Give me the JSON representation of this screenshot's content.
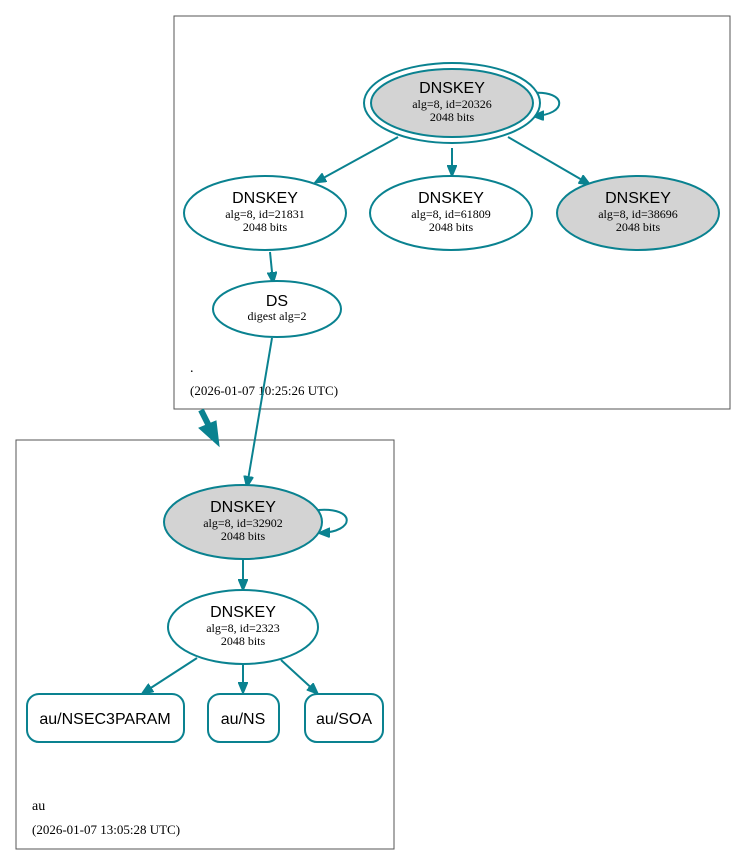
{
  "colors": {
    "edge": "#0a8290",
    "filled_node": "#d3d3d3",
    "zone_border": "#555555"
  },
  "zones": {
    "root": {
      "name": ".",
      "timestamp": "(2026-01-07 10:25:26 UTC)"
    },
    "au": {
      "name": "au",
      "timestamp": "(2026-01-07 13:05:28 UTC)"
    }
  },
  "nodes": {
    "root_ksk": {
      "title": "DNSKEY",
      "line1": "alg=8, id=20326",
      "line2": "2048 bits"
    },
    "root_zsk_21831": {
      "title": "DNSKEY",
      "line1": "alg=8, id=21831",
      "line2": "2048 bits"
    },
    "root_zsk_61809": {
      "title": "DNSKEY",
      "line1": "alg=8, id=61809",
      "line2": "2048 bits"
    },
    "root_key_38696": {
      "title": "DNSKEY",
      "line1": "alg=8, id=38696",
      "line2": "2048 bits"
    },
    "root_ds": {
      "title": "DS",
      "line1": "digest alg=2"
    },
    "au_ksk": {
      "title": "DNSKEY",
      "line1": "alg=8, id=32902",
      "line2": "2048 bits"
    },
    "au_zsk": {
      "title": "DNSKEY",
      "line1": "alg=8, id=2323",
      "line2": "2048 bits"
    },
    "au_nsec3param": {
      "label": "au/NSEC3PARAM"
    },
    "au_ns": {
      "label": "au/NS"
    },
    "au_soa": {
      "label": "au/SOA"
    }
  }
}
